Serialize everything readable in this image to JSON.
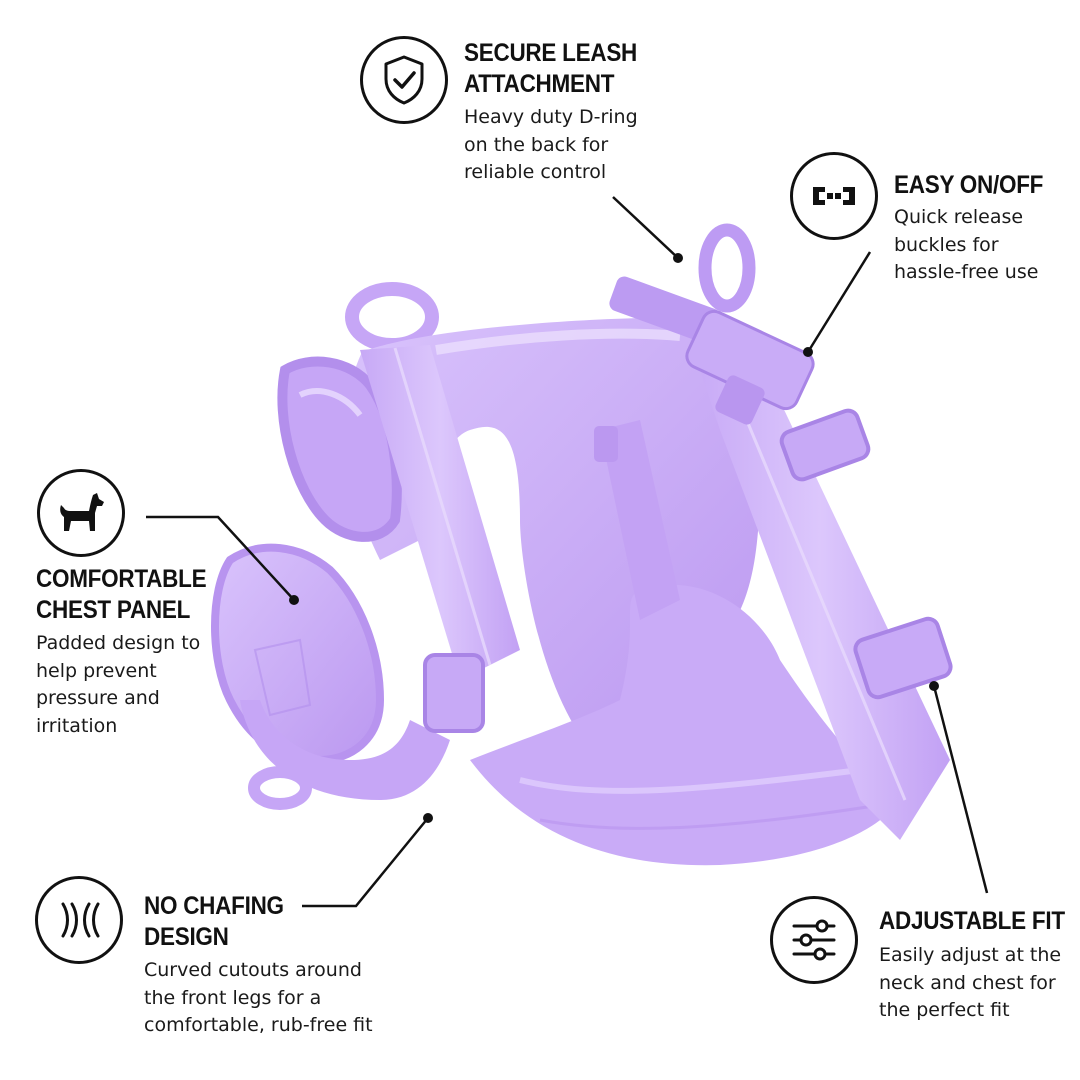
{
  "product": {
    "name": "dog harness",
    "color_hex": "#c6a6f6"
  },
  "colors": {
    "ink": "#111111",
    "harness_light": "#d7c0fb",
    "harness_mid": "#c5a4f5",
    "harness_dark": "#a47fe0",
    "background": "#ffffff"
  },
  "features": {
    "secure": {
      "icon": "shield-check-icon",
      "title": [
        "SECURE LEASH",
        "ATTACHMENT"
      ],
      "desc": [
        "Heavy duty D-ring",
        "on the back for",
        "reliable control"
      ]
    },
    "easy": {
      "icon": "quick-release-buckle-icon",
      "title": [
        "EASY ON/OFF"
      ],
      "desc": [
        "Quick release",
        "buckles for",
        "hassle-free use"
      ]
    },
    "comfort": {
      "icon": "dog-icon",
      "title": [
        "COMFORTABLE",
        "CHEST PANEL"
      ],
      "desc": [
        "Padded design to",
        "help prevent",
        "pressure and",
        "irritation"
      ]
    },
    "chafe": {
      "icon": "curved-lines-icon",
      "title": [
        "NO CHAFING",
        "DESIGN"
      ],
      "desc": [
        "Curved cutouts around",
        "the front legs for a",
        "comfortable, rub-free fit"
      ]
    },
    "adjust": {
      "icon": "sliders-icon",
      "title": [
        "ADJUSTABLE FIT"
      ],
      "desc": [
        "Easily adjust at the",
        "neck and chest for",
        "the perfect fit"
      ]
    }
  }
}
